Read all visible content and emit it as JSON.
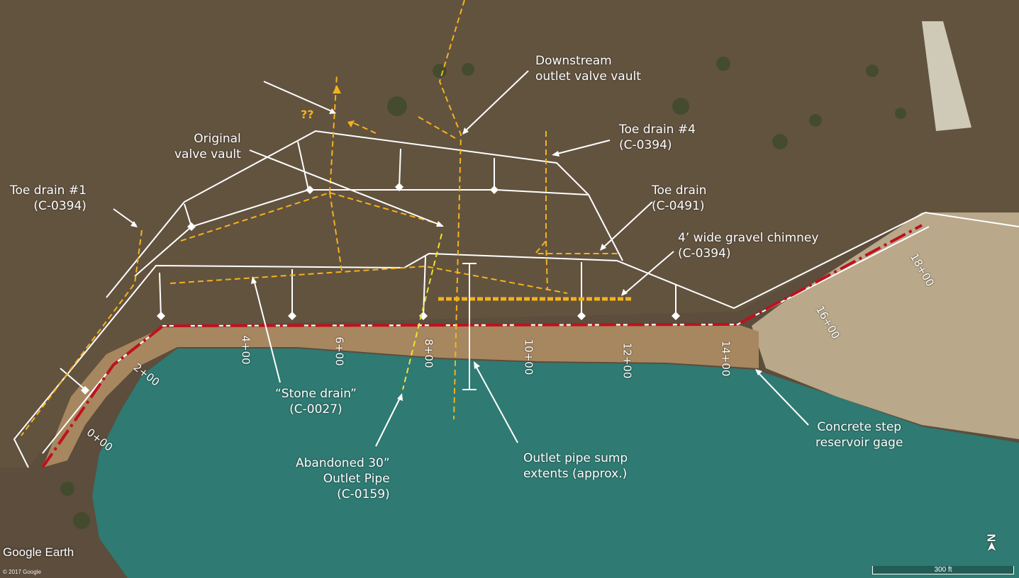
{
  "labels": {
    "toe_drain_1": "Toe drain #1\n(C-0394)",
    "original_valve_vault": "Original\nvalve vault",
    "downstream_outlet_valve_vault": "Downstream\noutlet valve vault",
    "toe_drain_4": "Toe drain #4\n(C-0394)",
    "toe_drain_c0491": "Toe drain\n(C-0491)",
    "gravel_chimney": "4’ wide gravel chimney\n(C-0394)",
    "stone_drain": "“Stone drain”\n(C-0027)",
    "abandoned_outlet_pipe": "Abandoned 30”\nOutlet Pipe\n(C-0159)",
    "outlet_pipe_sump": "Outlet pipe sump\nextents (approx.)",
    "concrete_step_gage": "Concrete step\nreservoir gage",
    "unknown_marker": "??"
  },
  "stations": [
    "0+00",
    "2+00",
    "4+00",
    "6+00",
    "8+00",
    "10+00",
    "12+00",
    "14+00",
    "16+00",
    "18+00"
  ],
  "attribution": {
    "brand": "Google Earth",
    "copyright": "© 2017 Google"
  },
  "scale_bar": {
    "label": "300 ft"
  },
  "north_arrow": {
    "label": "N"
  },
  "colors": {
    "reservoir_water": "#2f7a72",
    "terrain": "#5c4d3c",
    "centerline": "#c0111e",
    "drain_lines": "#f5b21c",
    "annotation_lines": "#ffffff"
  }
}
